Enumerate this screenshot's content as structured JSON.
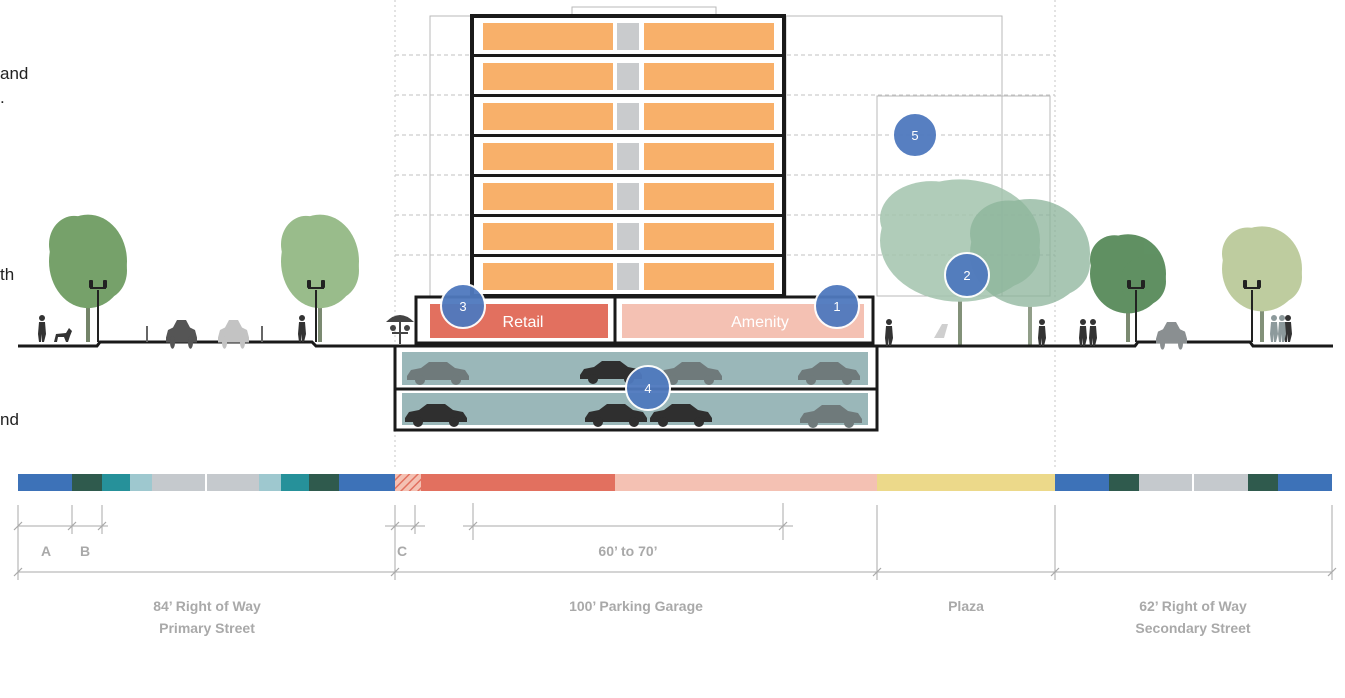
{
  "side_fragments": [
    "and",
    ".",
    "th",
    "nd"
  ],
  "labels": {
    "retail": "Retail",
    "amenity": "Amenity",
    "markers": [
      "1",
      "2",
      "3",
      "4",
      "5"
    ],
    "dims": {
      "a": "A",
      "b": "B",
      "c": "C",
      "width": "60’ to 70’"
    },
    "zones": {
      "primary_row": "84’ Right of Way",
      "primary_street": "Primary Street",
      "garage": "100’ Parking Garage",
      "plaza": "Plaza",
      "secondary_row": "62’ Right of Way",
      "secondary_street": "Secondary Street"
    }
  },
  "colors": {
    "unit_orange": "#f8b06a",
    "core_grey": "#c9cbcd",
    "retail_red": "#e2705f",
    "amenity_pink": "#f4c1b3",
    "garage_teal": "#9ab7b9",
    "marker_blue": "#4f79be",
    "tree_green": "#7fa874",
    "plaza_yellow": "#ecd98a",
    "street_blue": "#3d72b8",
    "street_dark_green": "#2f5a4d",
    "street_teal": "#26919a",
    "street_grey": "#c5c9cd",
    "dim_grey": "#a9a9a9"
  },
  "icons": [
    "tree-icon",
    "street-lamp-icon",
    "pedestrian-icon",
    "car-icon",
    "dog-icon",
    "umbrella-table-icon",
    "bench-icon"
  ]
}
